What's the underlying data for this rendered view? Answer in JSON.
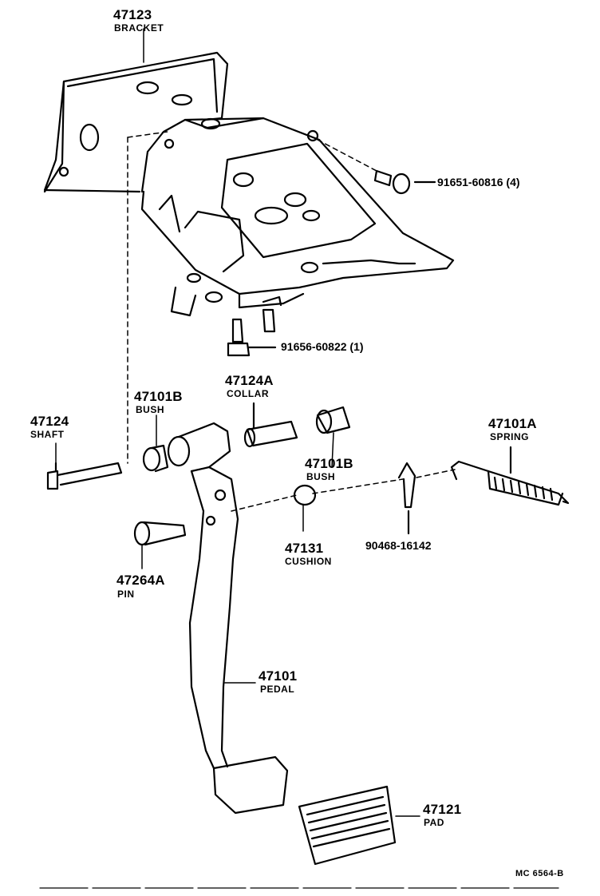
{
  "parts": {
    "bracket": {
      "number": "47123",
      "name": "BRACKET"
    },
    "bolt_a": {
      "number": "91651-60816 (4)"
    },
    "bolt_b": {
      "number": "91656-60822 (1)"
    },
    "collar": {
      "number": "47124A",
      "name": "COLLAR"
    },
    "bush_left": {
      "number": "47101B",
      "name": "BUSH"
    },
    "shaft": {
      "number": "47124",
      "name": "SHAFT"
    },
    "bush_right": {
      "number": "47101B",
      "name": "BUSH"
    },
    "spring": {
      "number": "47101A",
      "name": "SPRING"
    },
    "clip": {
      "number": "90468-16142"
    },
    "cushion": {
      "number": "47131",
      "name": "CUSHION"
    },
    "pin": {
      "number": "47264A",
      "name": "PIN"
    },
    "pedal": {
      "number": "47101",
      "name": "PEDAL"
    },
    "pad": {
      "number": "47121",
      "name": "PAD"
    }
  },
  "diagram_ref": "MC 6564-B"
}
